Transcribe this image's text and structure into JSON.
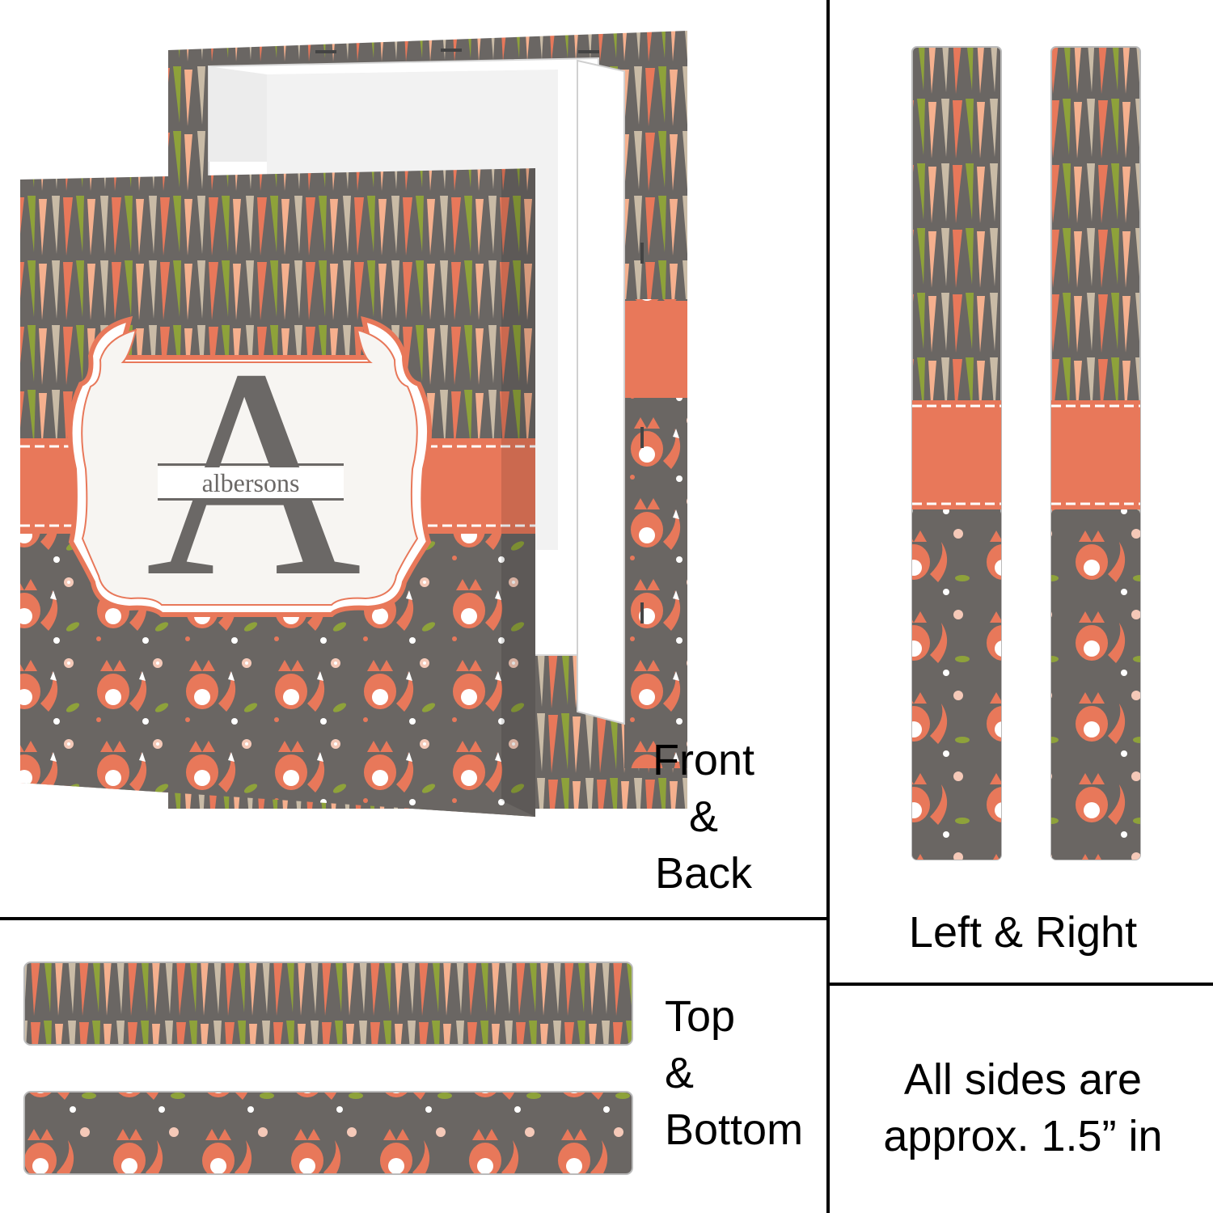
{
  "monogram": {
    "letter": "A",
    "name": "albersons"
  },
  "labels": {
    "front_back": [
      "Front",
      "&",
      "Back"
    ],
    "left_right": "Left & Right",
    "top_bottom": [
      "Top",
      "&",
      "Bottom"
    ],
    "note": [
      "All sides are",
      "approx. 1.5” in"
    ]
  },
  "colors": {
    "background_gray": "#6a6663",
    "coral": "#e8785a",
    "peach": "#f5b08e",
    "olive": "#8ea23a",
    "taupe": "#c9bba6",
    "label_white": "#f8f6f4"
  }
}
